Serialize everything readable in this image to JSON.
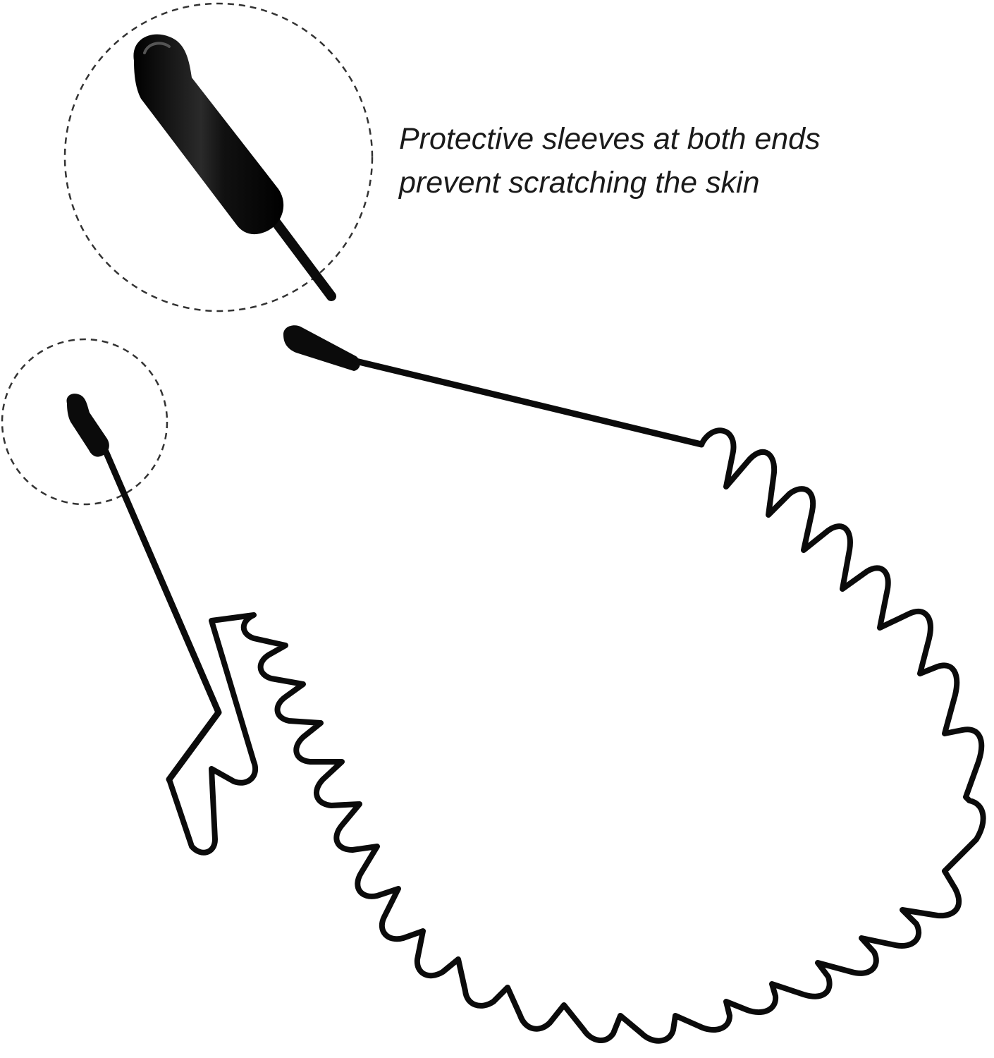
{
  "caption": {
    "line1": "Protective sleeves at both ends",
    "line2": "prevent scratching the skin"
  },
  "colors": {
    "background": "#ffffff",
    "wire": "#0b0b0b",
    "callout_border": "#333333",
    "text": "#1a1a1a"
  },
  "icons": [
    "magnified-sleeve-tip",
    "small-sleeve-tip",
    "wave-headband"
  ]
}
